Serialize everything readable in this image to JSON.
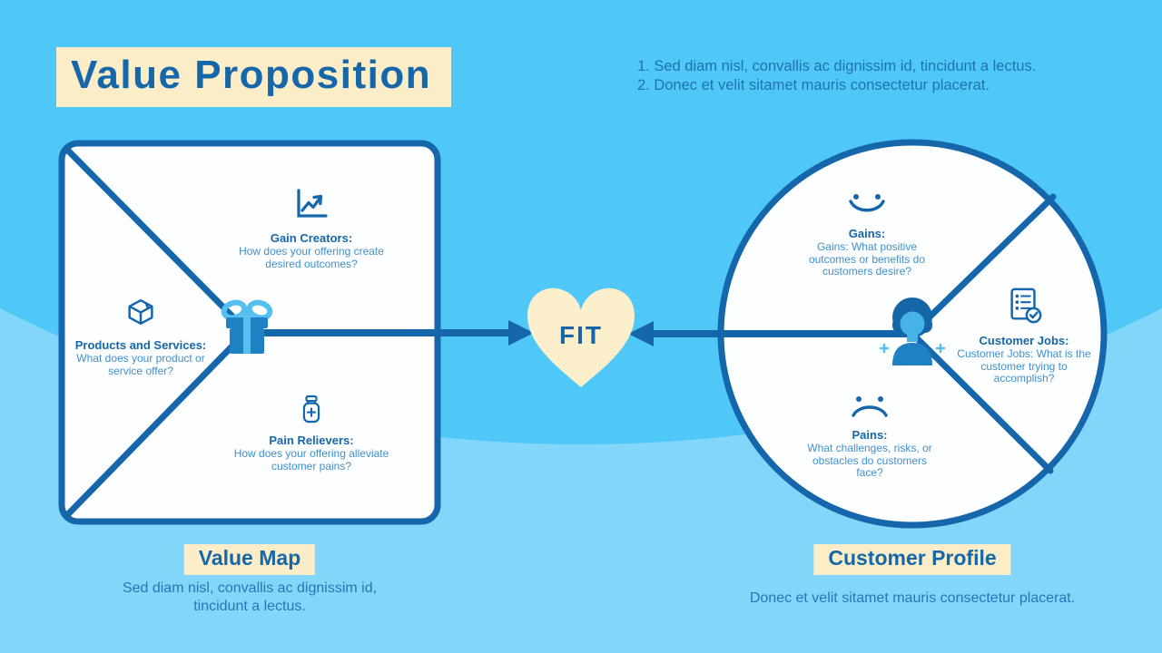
{
  "page": {
    "title": "Value Proposition"
  },
  "header_notes": [
    "1. Sed diam nisl, convallis ac dignissim id, tincidunt a lectus.",
    "2. Donec et velit sitamet mauris consectetur placerat."
  ],
  "fit": {
    "label": "FIT"
  },
  "value_map": {
    "label": "Value Map",
    "caption": "Sed diam nisl, convallis ac dignissim id, tincidunt a lectus.",
    "center_icon": "gift-icon",
    "gain_creators": {
      "title": "Gain Creators:",
      "desc": "How does your offering create desired outcomes?",
      "icon": "trending-up-icon"
    },
    "products_services": {
      "title": "Products and Services:",
      "desc": "What does your product or service offer?",
      "icon": "package-icon"
    },
    "pain_relievers": {
      "title": "Pain Relievers:",
      "desc": "How does your offering alleviate customer pains?",
      "icon": "medicine-bottle-icon"
    }
  },
  "customer_profile": {
    "label": "Customer Profile",
    "caption": "Donec et velit sitamet mauris consectetur placerat.",
    "center_icon": "person-icon",
    "gains": {
      "title": "Gains:",
      "desc": "Gains: What positive outcomes or benefits do customers desire?",
      "icon": "smiley-face-icon"
    },
    "customer_jobs": {
      "title": "Customer Jobs:",
      "desc": "Customer Jobs: What is the customer trying to accomplish?",
      "icon": "checklist-icon"
    },
    "pains": {
      "title": "Pains:",
      "desc": "What challenges, risks, or obstacles do customers face?",
      "icon": "sad-face-icon"
    }
  },
  "colors": {
    "background_top": "#4FC8F8",
    "background_bottom": "#82D6F9",
    "primary_dark_blue": "#1566AB",
    "heading_blue": "#1667A9",
    "body_text_blue": "#4090CC",
    "note_text_blue": "#1F72B0",
    "cream": "#FAEDC8",
    "panel_white": "#FDFEFF",
    "accent_light_blue": "#55BFF0",
    "accent_mid_blue": "#1E81C4"
  }
}
